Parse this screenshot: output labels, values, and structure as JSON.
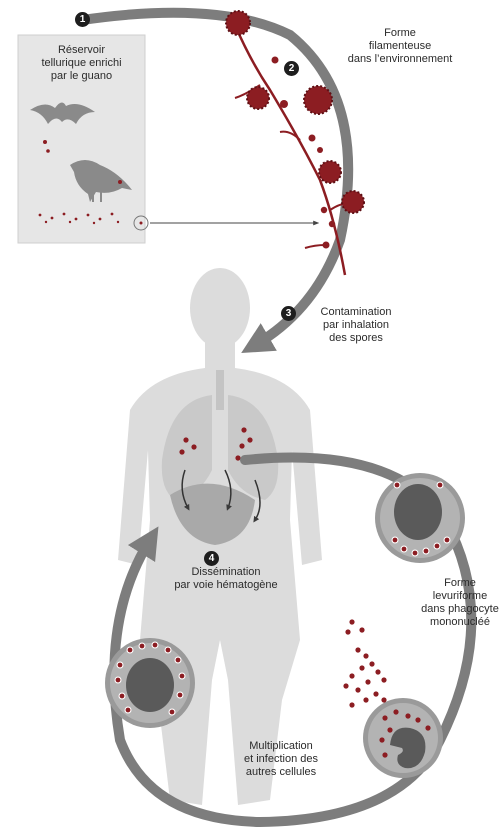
{
  "steps": [
    {
      "number": "1",
      "label": "Réservoir\ntellurique enrichi\npar le guano"
    },
    {
      "number": "2",
      "label": "Forme\nfilamenteuse\ndans l’environnement"
    },
    {
      "number": "3",
      "label": "Contamination\npar inhalation\ndes spores"
    },
    {
      "number": "4",
      "label": "Dissémination\npar voie hématogène"
    }
  ],
  "labels": {
    "yeast_form": "Forme\nlevuriforme\ndans phagocyte\nmononucléé",
    "multiplication": "Multiplication\net infection des\nautres cellules"
  },
  "colors": {
    "arrow": "#7d7d7d",
    "fungus": "#8c1d22",
    "fungus_dark": "#5e0f14",
    "reservoir_bg": "#e6e6e6",
    "silhouette": "#dcdcdc",
    "lungs": "#c9c9c9",
    "cell_outer": "#9a9a9a",
    "cell_nucleus": "#5a5a5a"
  },
  "icons": [
    "bat-icon",
    "bird-icon",
    "fungal-spore-icon",
    "human-silhouette",
    "lungs-icon",
    "phagocyte-cell-icon"
  ]
}
